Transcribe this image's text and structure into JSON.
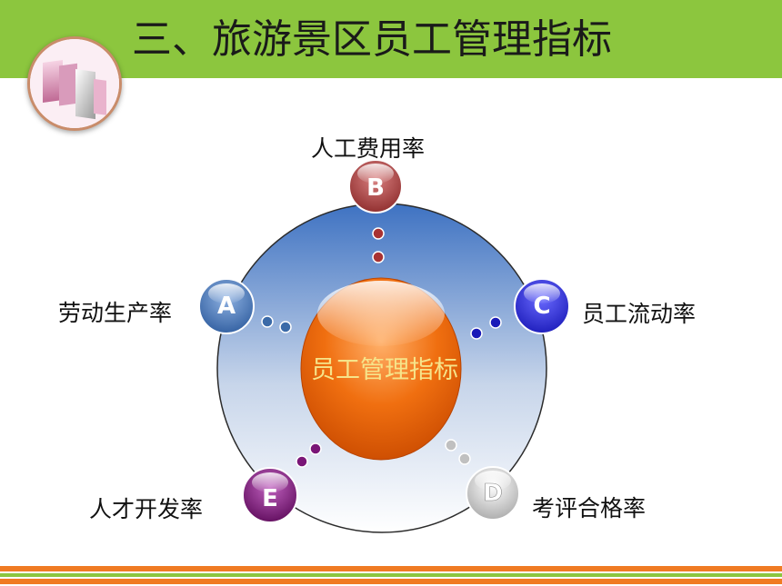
{
  "title": "三、旅游景区员工管理指标",
  "center": {
    "text": "员工管理指标",
    "color": "#e25a05",
    "text_color": "#f6e48a"
  },
  "nodes": [
    {
      "letter": "A",
      "label": "劳动生产率",
      "color": "#2e5c9e"
    },
    {
      "letter": "B",
      "label": "人工费用率",
      "color": "#8c2a2a"
    },
    {
      "letter": "C",
      "label": "员工流动率",
      "color": "#1a1ab8"
    },
    {
      "letter": "D",
      "label": "考评合格率",
      "color": "#b8b8b8"
    },
    {
      "letter": "E",
      "label": "人才开发率",
      "color": "#6d0f6a"
    }
  ],
  "theme": {
    "title_bar": "#8cc63e",
    "accent_orange": "#f07b23"
  }
}
